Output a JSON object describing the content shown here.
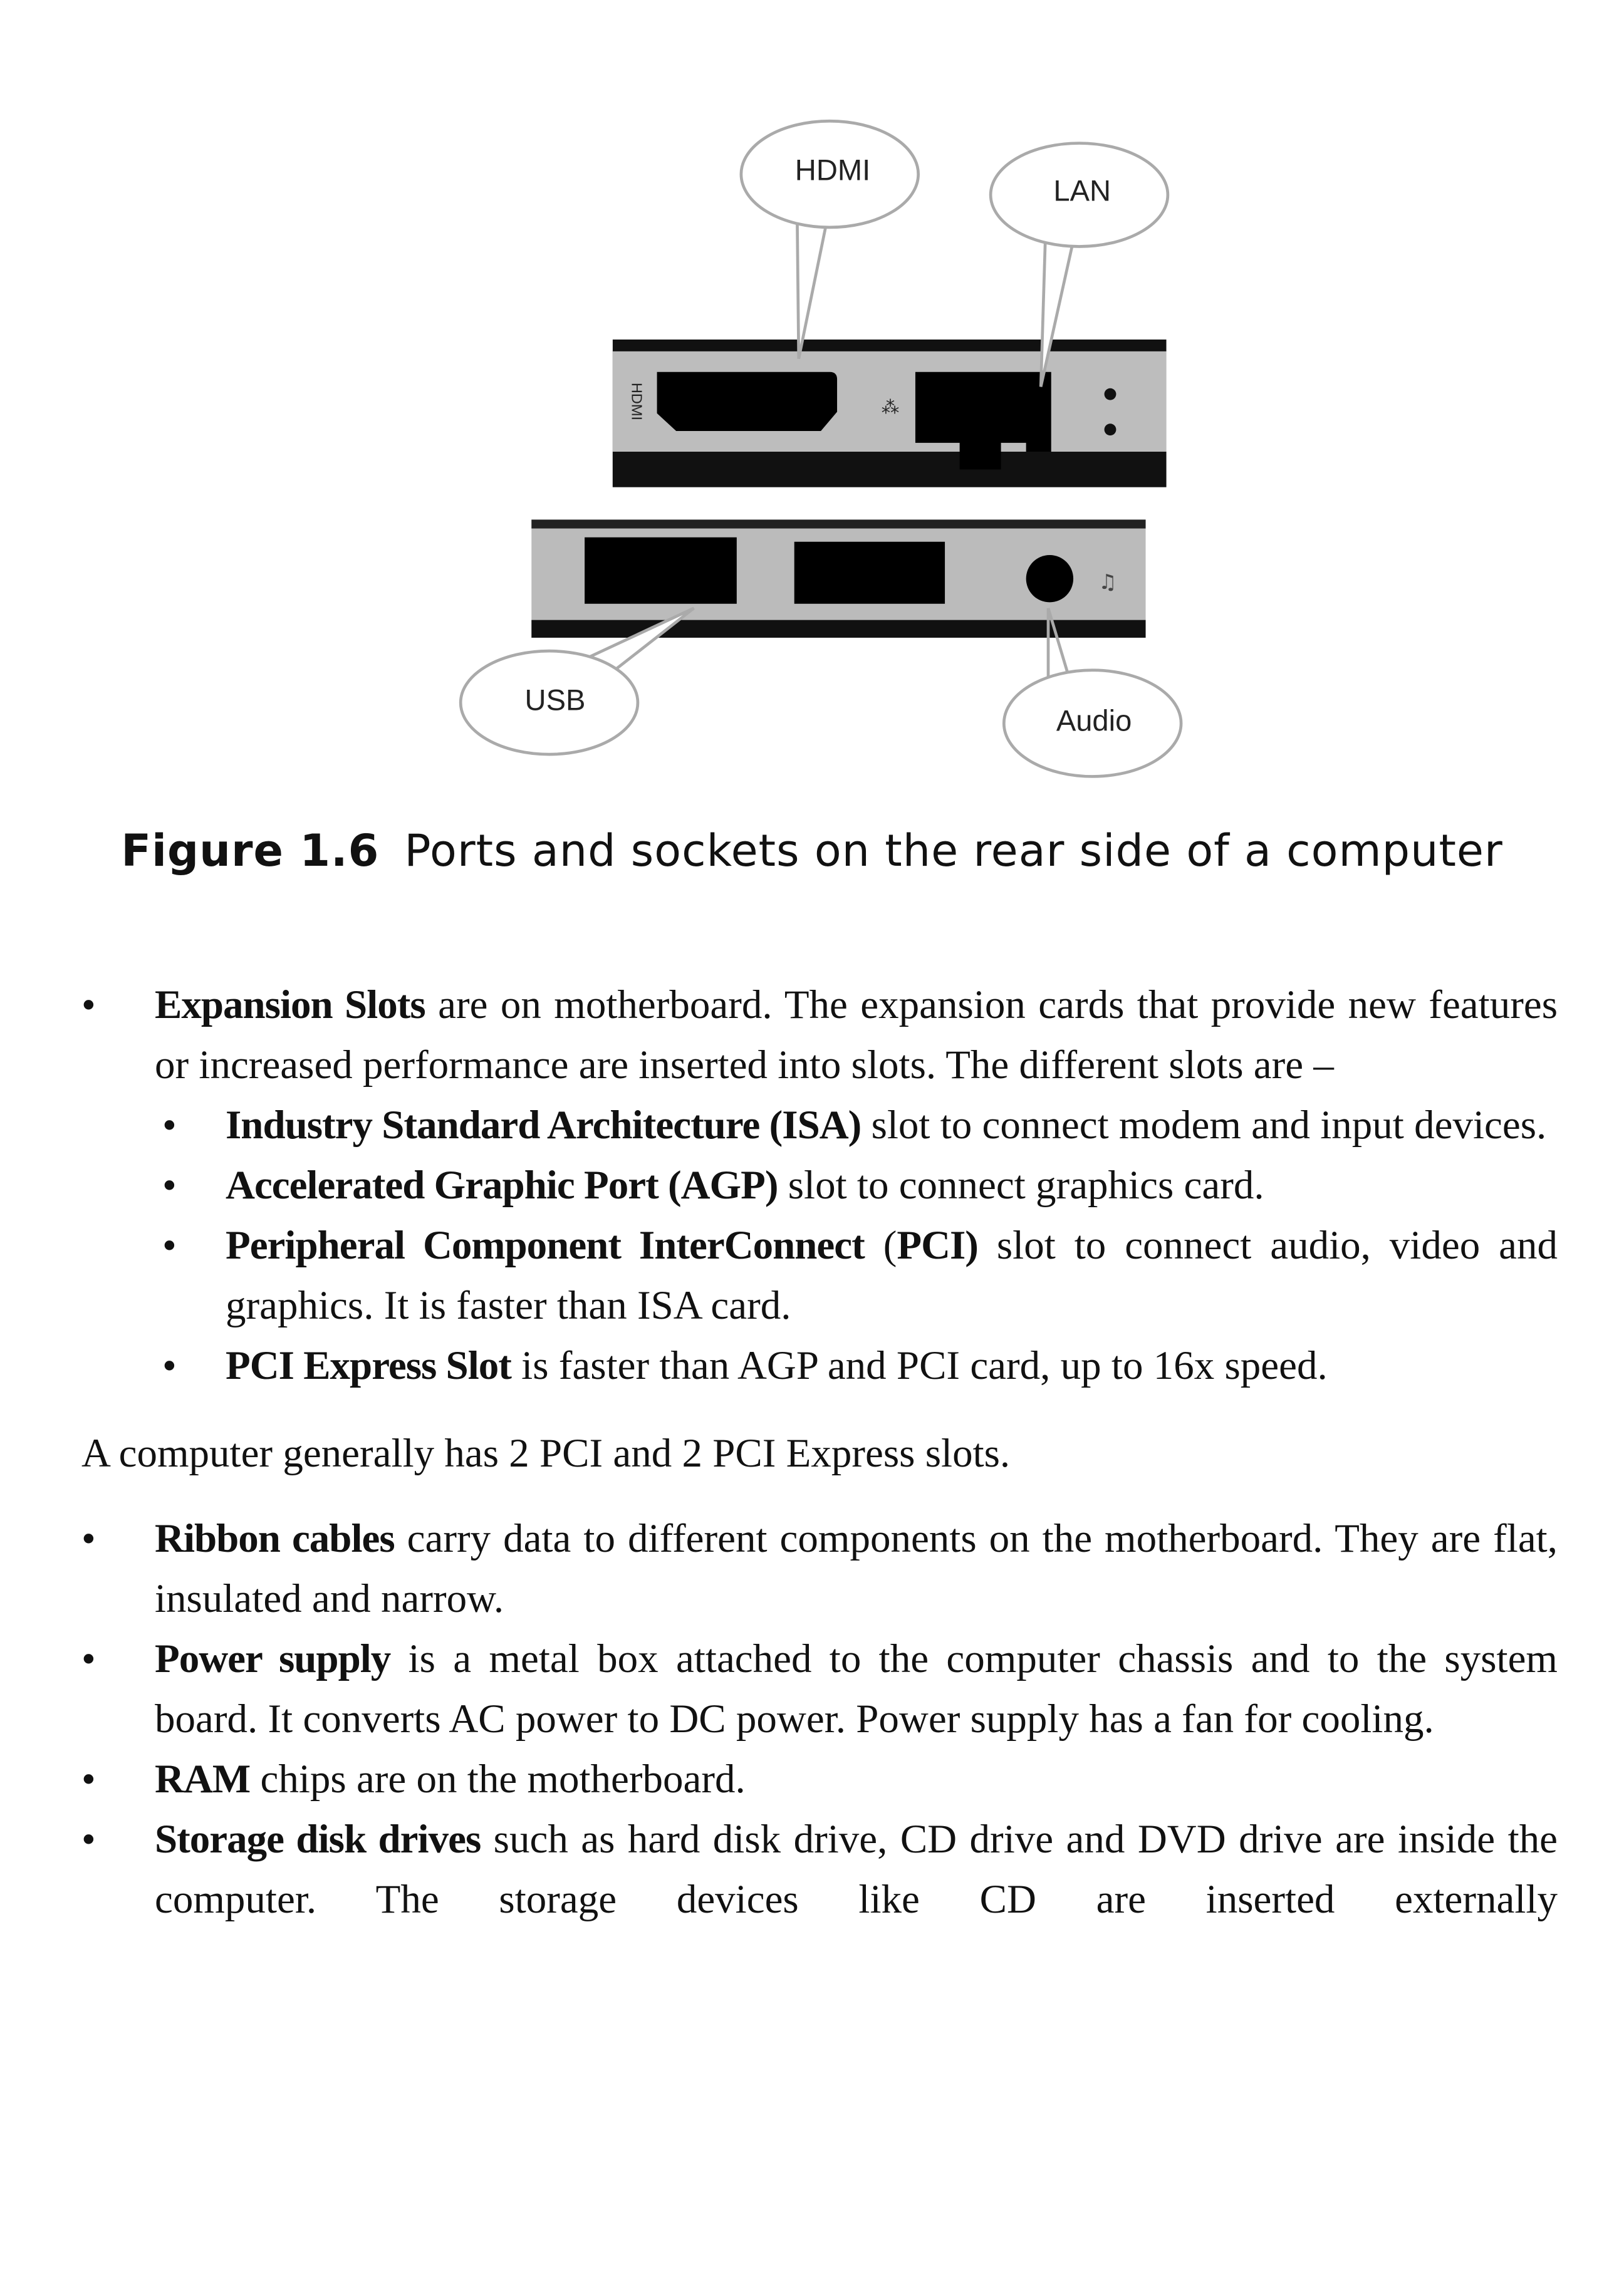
{
  "figure": {
    "callouts": {
      "hdmi": "HDMI",
      "lan": "LAN",
      "usb": "USB",
      "audio": "Audio"
    },
    "caption_number": "Figure 1.6",
    "caption_text": "Ports and sockets on the rear side of a computer"
  },
  "bullets_1": [
    {
      "term": "Expansion Slots",
      "text": " are on motherboard. The expansion cards that provide new features or increased performance are inserted into slots. The different slots are –",
      "sub": [
        {
          "term": "Industry Standard Architecture (ISA)",
          "text": " slot to connect modem and input devices."
        },
        {
          "term": "Accelerated Graphic Port (AGP)",
          "text": " slot to connect graphics card."
        },
        {
          "term": "Peripheral Component InterConnect",
          "mid": " (",
          "term2": "PCI)",
          "text": " slot to connect audio, video and graphics. It is faster than ISA card."
        },
        {
          "term": "PCI Express Slot",
          "text": " is faster than AGP and PCI card, up to 16x speed."
        }
      ]
    }
  ],
  "paragraph": "A computer generally has 2 PCI and 2 PCI Express slots.",
  "bullets_2": [
    {
      "term": "Ribbon cables",
      "text": " carry data to different components on the motherboard. They are flat, insulated and narrow."
    },
    {
      "term": "Power supply",
      "text": " is a metal box attached to the computer chassis and to the system board. It converts AC power to DC power. Power supply has a fan for cooling."
    },
    {
      "term": "RAM",
      "text": " chips are on the motherboard."
    },
    {
      "term": "Storage disk drives",
      "text": " such as hard disk drive, CD drive and DVD drive are inside the computer. The storage devices like CD are inserted externally"
    }
  ],
  "bullet_glyph": "•"
}
